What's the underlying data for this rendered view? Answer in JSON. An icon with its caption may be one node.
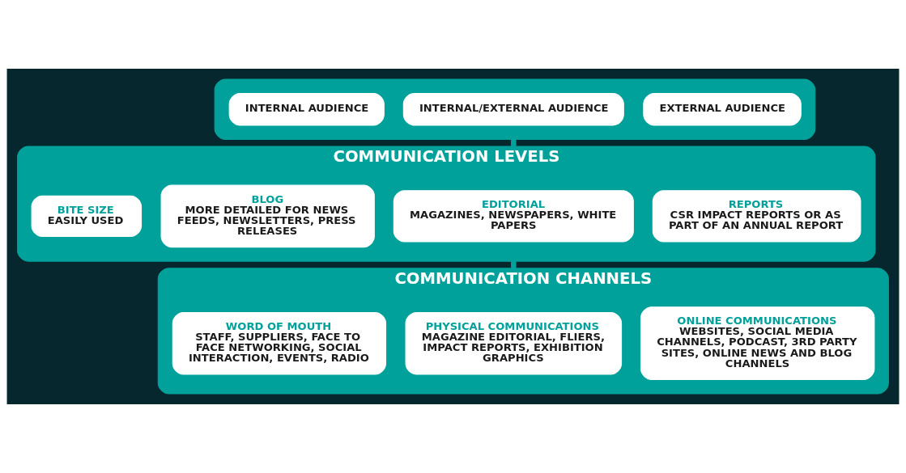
{
  "diagram": {
    "nodes": [
      {
        "text": [],
        "shape": "box"
      },
      {
        "text": [
          "INTERNAL AUDIENCE"
        ],
        "in": 0
      },
      {
        "text": [
          "INTERNAL/EXTERNAL AUDIENCE"
        ],
        "in": 0
      },
      {
        "text": [
          "EXTERNAL AUDIENCE"
        ],
        "in": 0
      },
      {
        "text": [
          "COMMUNICATION LEVELS"
        ]
      },
      {
        "text": [
          "BITE SIZE",
          "EASILY USED"
        ],
        "in": 4
      },
      {
        "text": [
          "BLOG",
          "MORE DETAILED FOR NEWS FEEDS, NEWSLETTERS, PRESS RELEASES"
        ],
        "in": 4
      },
      {
        "text": [
          "EDITORIAL",
          "MAGAZINES, NEWSPAPERS, WHITE PAPERS"
        ],
        "in": 4
      },
      {
        "text": [
          "REPORTS",
          "CSR IMPACT REPORTS OR AS PART OF AN ANNUAL REPORT"
        ],
        "in": 4
      },
      {
        "text": [
          "COMMUNICATION CHANNELS"
        ]
      },
      {
        "text": [
          "WORD OF MOUTH",
          "STAFF, SUPPLIERS, FACE TO FACE NETWORKING, SOCIAL INTERACTION, EVENTS, RADIO"
        ],
        "in": 9
      },
      {
        "text": [
          "PHYSICAL COMMUNICATIONS",
          "MAGAZINE EDITORIAL, FLIERS, IMPACT REPORTS, EXHIBITION GRAPHICS"
        ],
        "in": 9
      },
      {
        "text": [
          "ONLINE COMMUNICATIONS",
          "WEBSITES, SOCIAL MEDIA CHANNELS, PODCAST, 3RD PARTY SITES, ONLINE NEWS AND BLOG CHANNELS"
        ],
        "in": 9
      }
    ],
    "edges": [
      {
        "from": 0,
        "to": 4,
        "arrow": "none"
      },
      {
        "from": 4,
        "to": 9,
        "arrow": "none"
      }
    ]
  }
}
